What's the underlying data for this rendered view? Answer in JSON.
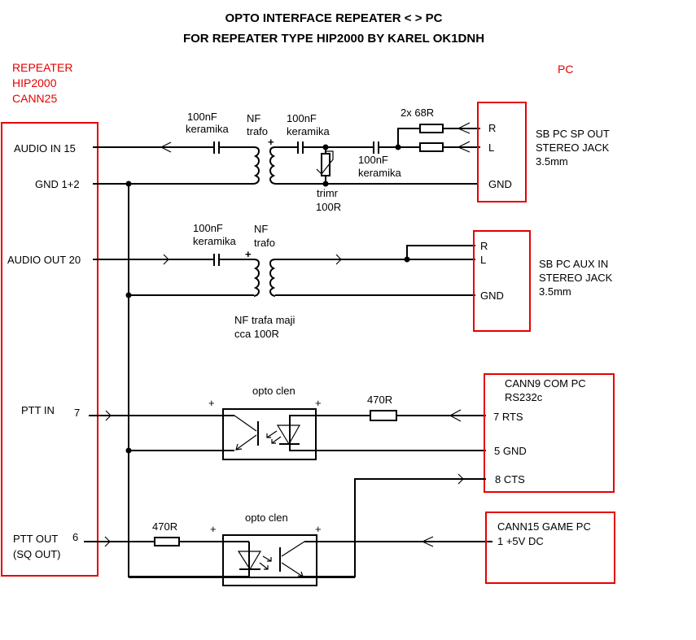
{
  "title": {
    "line1": "OPTO INTERFACE  REPEATER < > PC",
    "line2": "FOR REPEATER TYPE HIP2000 BY KAREL OK1DNH"
  },
  "colors": {
    "box": "#e60000",
    "wire": "#000000",
    "background": "#ffffff"
  },
  "repeater": {
    "heading": [
      "REPEATER",
      "HIP2000",
      "CANN25"
    ],
    "pins": {
      "audio_in": "AUDIO IN   15",
      "gnd": "GND  1+2",
      "audio_out": "AUDIO OUT  20",
      "ptt_in": "PTT IN",
      "ptt_in_num": "7",
      "ptt_out": "PTT OUT",
      "ptt_out_num": "6",
      "sq_out": "(SQ OUT)"
    }
  },
  "pc": {
    "heading": "PC"
  },
  "components": {
    "cap1": [
      "100nF",
      "keramika"
    ],
    "trafo1": [
      "NF",
      "trafo"
    ],
    "cap2": [
      "100nF",
      "keramika"
    ],
    "cap3": [
      "100nF",
      "keramika"
    ],
    "trimmer": [
      "trimr",
      "100R"
    ],
    "resistors_2x": "2x 68R",
    "cap4": [
      "100nF",
      "keramika"
    ],
    "trafo2": [
      "NF",
      "trafo"
    ],
    "trafo_note": [
      "NF trafa maji",
      "cca 100R"
    ],
    "opto1": "opto clen",
    "opto2": "opto clen",
    "res_470_1": "470R",
    "res_470_2": "470R",
    "plus": "+"
  },
  "connectors": {
    "sp_out": {
      "pins": [
        "R",
        "L",
        "GND"
      ],
      "desc": [
        "SB PC   SP OUT",
        "STEREO JACK",
        "3.5mm"
      ]
    },
    "aux_in": {
      "pins": [
        "R",
        "L",
        "GND"
      ],
      "desc": [
        "SB PC   AUX IN",
        "STEREO JACK",
        "3.5mm"
      ]
    },
    "com": {
      "header": [
        "CANN9   COM PC",
        "RS232c"
      ],
      "pins": [
        "7  RTS",
        "5 GND",
        "8 CTS"
      ]
    },
    "game": {
      "header": "CANN15  GAME PC",
      "pins": [
        "1  +5V DC"
      ]
    }
  }
}
